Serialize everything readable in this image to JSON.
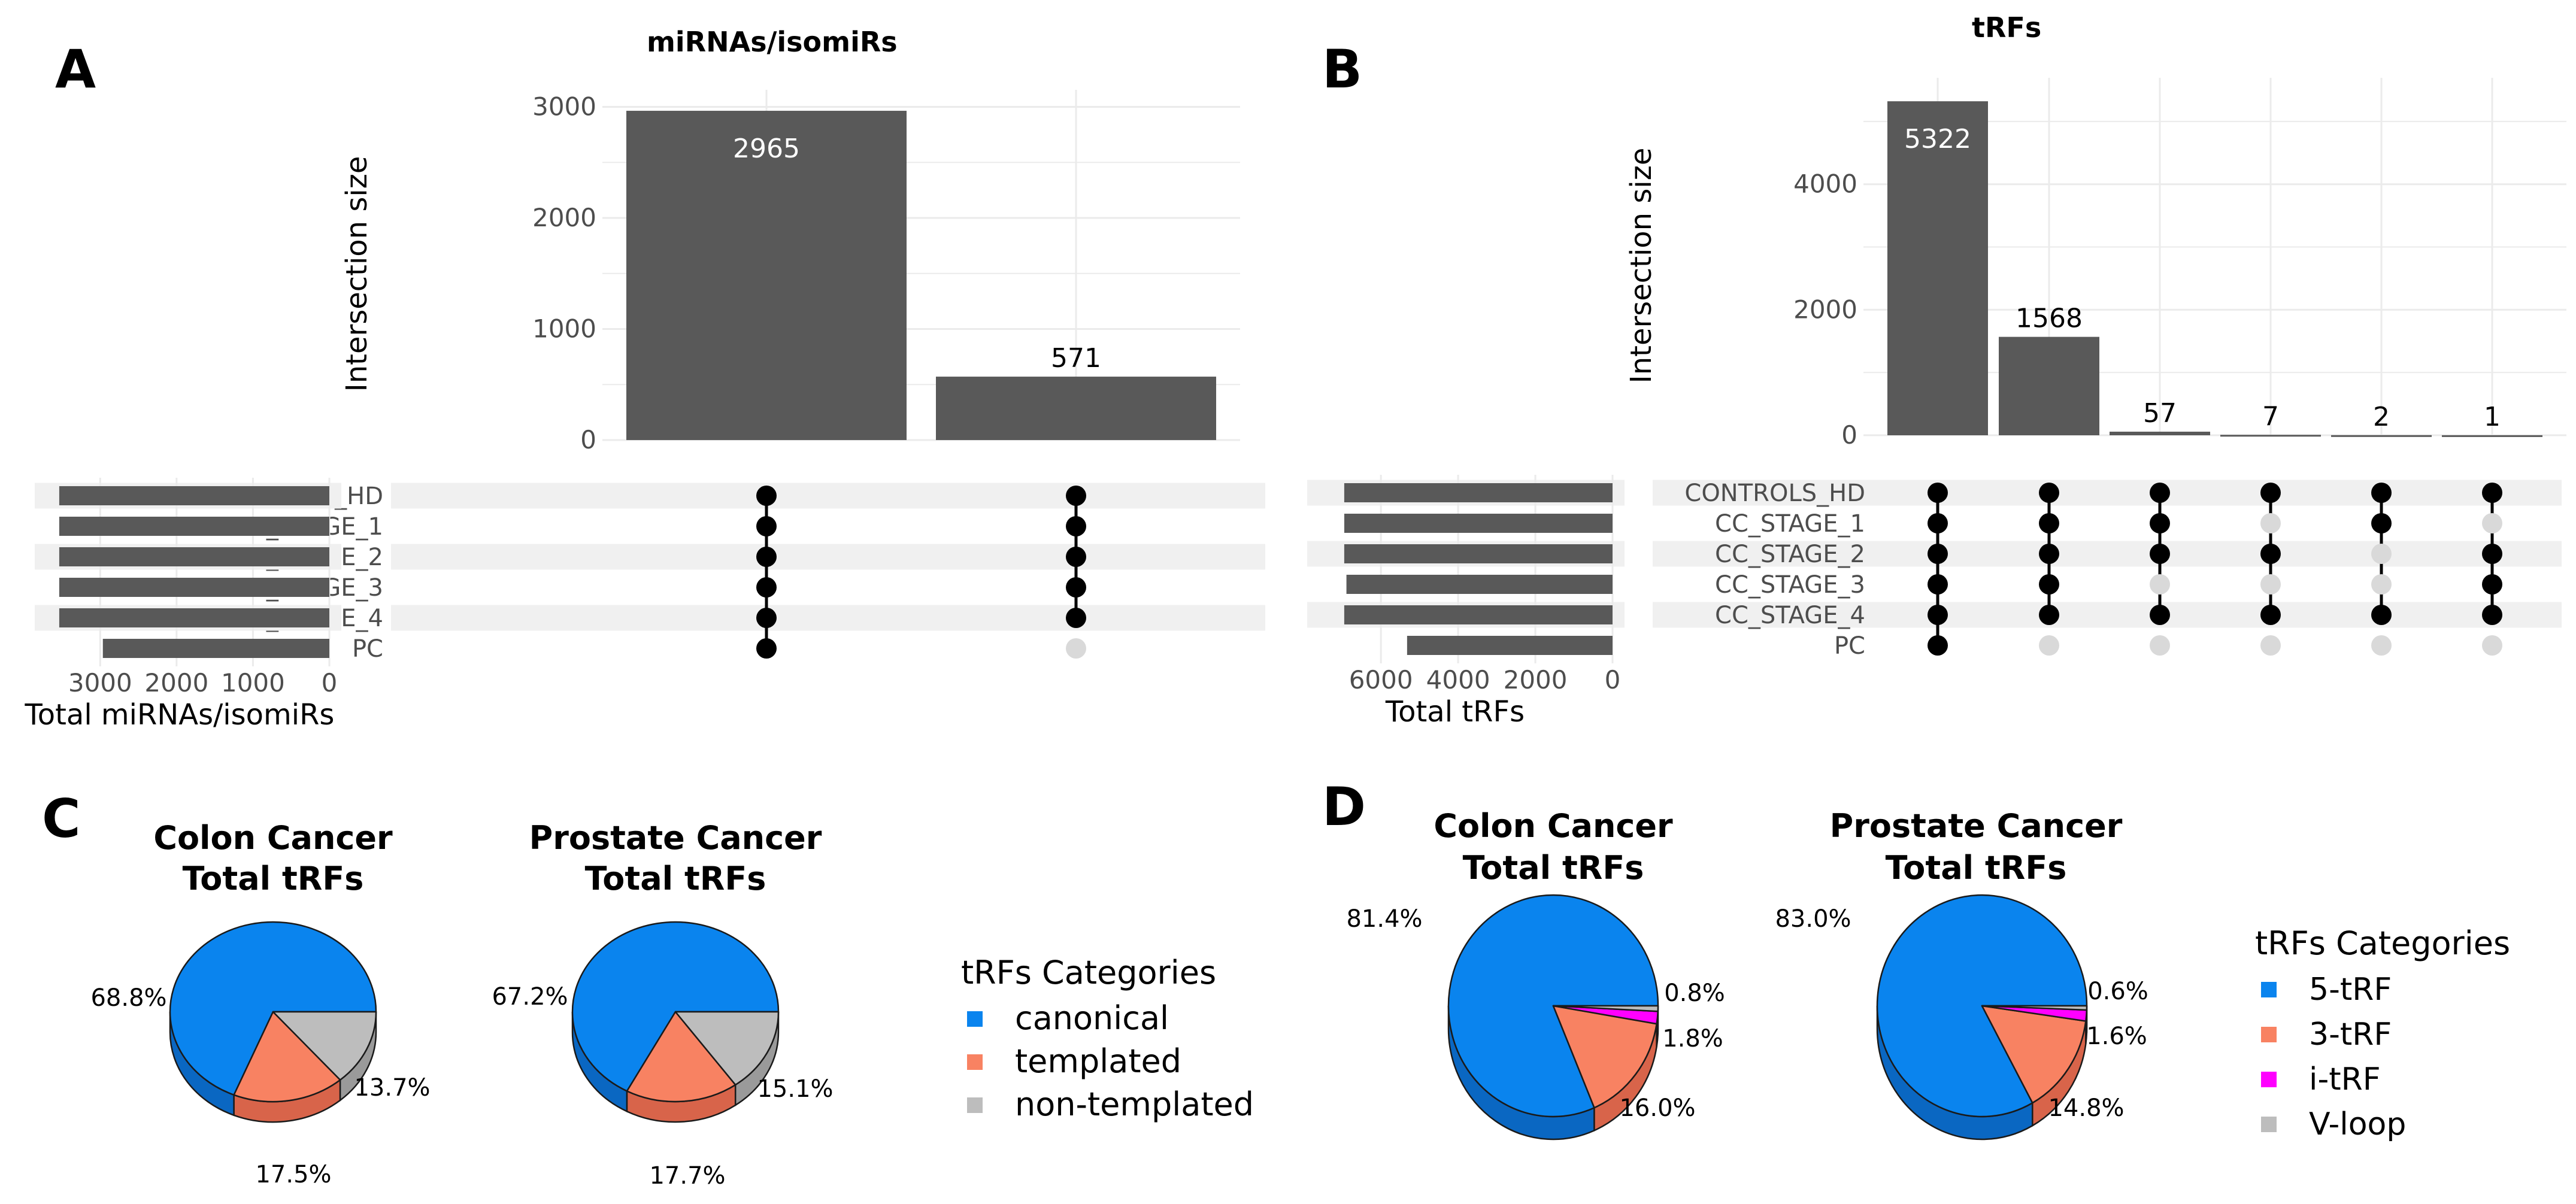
{
  "panels": {
    "A": "A",
    "B": "B",
    "C": "C",
    "D": "D"
  },
  "chart_data": [
    {
      "id": "A",
      "type": "upset",
      "title": "miRNAs/isomiRs",
      "ylabel": "Intersection size",
      "ylim": [
        0,
        3100
      ],
      "yticks": [
        0,
        1000,
        2000,
        3000
      ],
      "intersections": [
        {
          "value": 2965,
          "label": "2965",
          "members": [
            1,
            1,
            1,
            1,
            1,
            1
          ]
        },
        {
          "value": 571,
          "label": "571",
          "members": [
            1,
            1,
            1,
            1,
            1,
            0
          ]
        }
      ],
      "sets": [
        "CONTROLS_HD",
        "CC_STAGE_1",
        "CC_STAGE_2",
        "CC_STAGE_3",
        "CC_STAGE_4",
        "PC"
      ],
      "set_sizes": [
        3536,
        3536,
        3536,
        3536,
        3536,
        2965
      ],
      "set_size_label": "Total miRNAs/isomiRs",
      "set_size_xlim": [
        0,
        3700
      ],
      "set_size_ticks": [
        {
          "value": 3000,
          "label": "3000"
        },
        {
          "value": 2000,
          "label": "2000"
        },
        {
          "value": 1000,
          "label": "1000"
        },
        {
          "value": 0,
          "label": "0"
        }
      ]
    },
    {
      "id": "B",
      "type": "upset",
      "title": "tRFs",
      "ylabel": "Intersection size",
      "ylim": [
        0,
        5600
      ],
      "yticks": [
        0,
        2000,
        4000
      ],
      "intersections": [
        {
          "value": 5322,
          "label": "5322",
          "members": [
            1,
            1,
            1,
            1,
            1,
            1
          ]
        },
        {
          "value": 1568,
          "label": "1568",
          "members": [
            1,
            1,
            1,
            1,
            1,
            0
          ]
        },
        {
          "value": 57,
          "label": "57",
          "members": [
            1,
            1,
            1,
            0,
            1,
            0
          ]
        },
        {
          "value": 7,
          "label": "7",
          "members": [
            1,
            0,
            1,
            0,
            1,
            0
          ]
        },
        {
          "value": 2,
          "label": "2",
          "members": [
            1,
            1,
            0,
            0,
            1,
            0
          ]
        },
        {
          "value": 1,
          "label": "1",
          "members": [
            1,
            0,
            1,
            1,
            1,
            0
          ]
        }
      ],
      "sets": [
        "CONTROLS_HD",
        "CC_STAGE_1",
        "CC_STAGE_2",
        "CC_STAGE_3",
        "CC_STAGE_4",
        "PC"
      ],
      "set_sizes": [
        6950,
        6949,
        6950,
        6893,
        6950,
        5322
      ],
      "set_size_label": "Total tRFs",
      "set_size_xlim": [
        0,
        7600
      ],
      "set_size_ticks": [
        {
          "value": 6000,
          "label": "6000"
        },
        {
          "value": 4000,
          "label": "4000"
        },
        {
          "value": 2000,
          "label": "2000"
        },
        {
          "value": 0,
          "label": "0"
        }
      ]
    },
    {
      "id": "C",
      "type": "pie",
      "legend_title": "tRFs Categories",
      "categories": [
        "canonical",
        "templated",
        "non-templated"
      ],
      "colors": [
        "#0a84ee",
        "#f88262",
        "#bdbdbd"
      ],
      "side_colors": [
        "#0a67c2",
        "#d8644a",
        "#9a9a9a"
      ],
      "pies": [
        {
          "title_lines": [
            "Colon Cancer",
            "Total tRFs"
          ],
          "values": [
            68.8,
            17.5,
            13.7
          ],
          "labels": [
            "68.8%",
            "17.5%",
            "13.7%"
          ]
        },
        {
          "title_lines": [
            "Prostate Cancer",
            "Total tRFs"
          ],
          "values": [
            67.2,
            17.7,
            15.1
          ],
          "labels": [
            "67.2%",
            "17.7%",
            "15.1%"
          ]
        }
      ]
    },
    {
      "id": "D",
      "type": "pie",
      "legend_title": "tRFs Categories",
      "categories": [
        "5-tRF",
        "3-tRF",
        "i-tRF",
        "V-loop"
      ],
      "colors": [
        "#0a84ee",
        "#f88262",
        "#ff00ff",
        "#bdbdbd"
      ],
      "side_colors": [
        "#0a67c2",
        "#d8644a",
        "#b000b0",
        "#9a9a9a"
      ],
      "pies": [
        {
          "title_lines": [
            "Colon Cancer",
            "Total tRFs"
          ],
          "values": [
            81.4,
            16.0,
            1.8,
            0.8
          ],
          "labels": [
            "81.4%",
            "16.0%",
            "1.8%",
            "0.8%"
          ]
        },
        {
          "title_lines": [
            "Prostate Cancer",
            "Total tRFs"
          ],
          "values": [
            83.0,
            14.8,
            1.6,
            0.6
          ],
          "labels": [
            "83.0%",
            "14.8%",
            "1.6%",
            "0.6%"
          ]
        }
      ]
    }
  ]
}
